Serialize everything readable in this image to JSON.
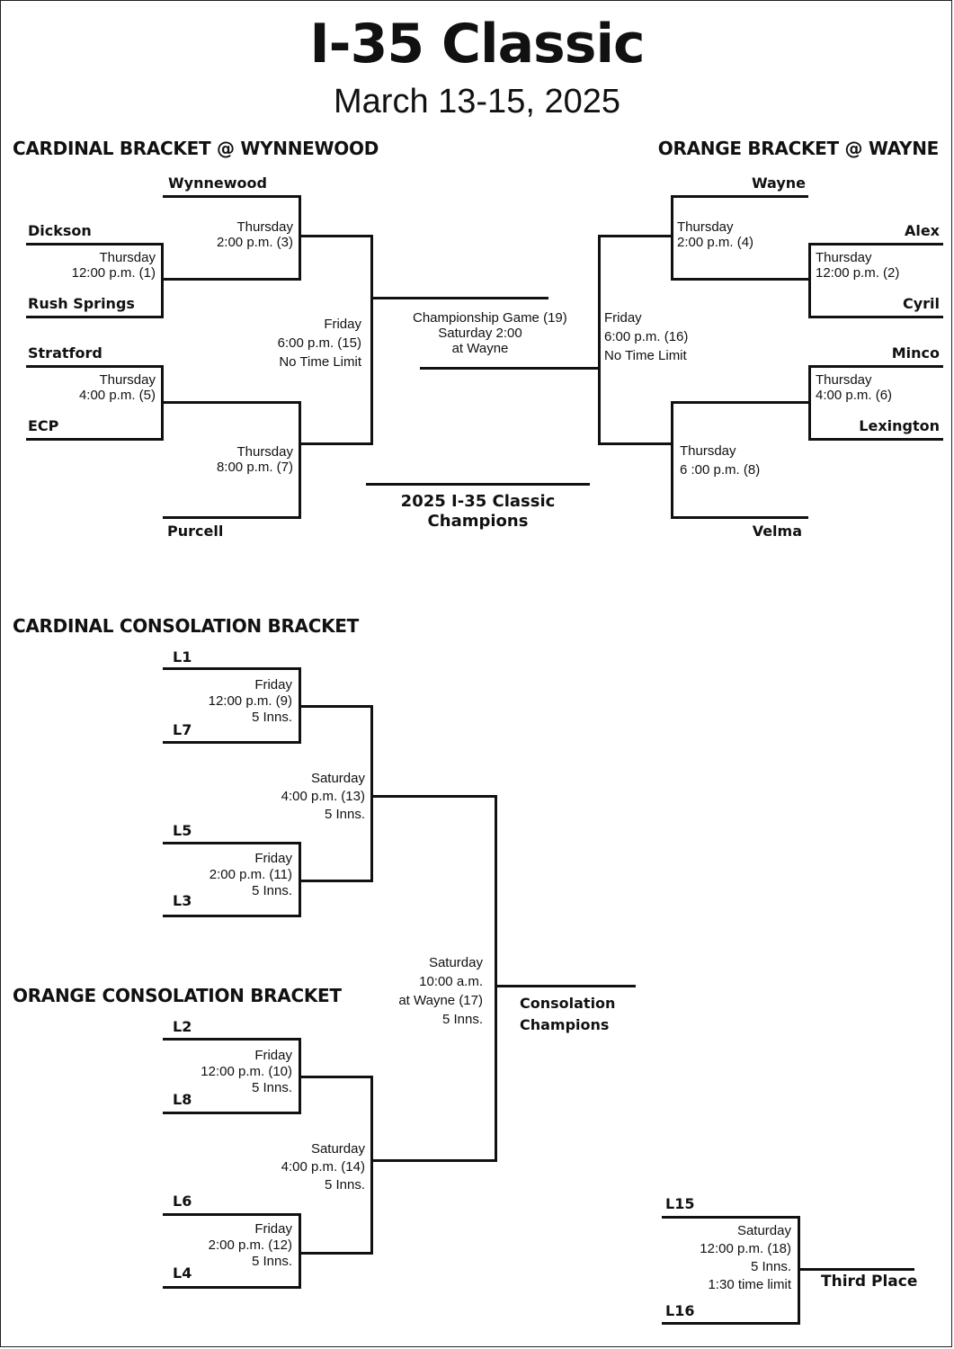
{
  "title": "I-35 Classic",
  "dates": "March 13-15, 2025",
  "cardinal": {
    "header": "CARDINAL BRACKET @ WYNNEWOOD",
    "teams": {
      "wynnewood": "Wynnewood",
      "dickson": "Dickson",
      "rush_springs": "Rush Springs",
      "stratford": "Stratford",
      "ecp": "ECP",
      "purcell": "Purcell"
    },
    "games": {
      "g1": [
        "Thursday",
        "12:00 p.m. (1)"
      ],
      "g3": [
        "Thursday",
        "2:00 p.m. (3)"
      ],
      "g5": [
        "Thursday",
        "4:00 p.m. (5)"
      ],
      "g7": [
        "Thursday",
        "8:00 p.m. (7)"
      ],
      "g15": [
        "Friday",
        "6:00 p.m. (15)",
        "No Time Limit"
      ]
    }
  },
  "orange": {
    "header": "ORANGE BRACKET @ WAYNE",
    "teams": {
      "wayne": "Wayne",
      "alex": "Alex",
      "cyril": "Cyril",
      "minco": "Minco",
      "lexington": "Lexington",
      "velma": "Velma"
    },
    "games": {
      "g2": [
        "Thursday",
        "12:00 p.m. (2)"
      ],
      "g4": [
        "Thursday",
        "2:00 p.m. (4)"
      ],
      "g6": [
        "Thursday",
        "4:00 p.m. (6)"
      ],
      "g8": [
        "Thursday",
        "6 :00 p.m. (8)"
      ],
      "g16": [
        "Friday",
        "6:00 p.m. (16)",
        "No Time Limit"
      ]
    }
  },
  "championship": {
    "game": [
      "Championship Game (19)",
      "Saturday 2:00",
      "at Wayne"
    ],
    "champions": [
      "2025 I-35 Classic",
      "Champions"
    ]
  },
  "cardinal_consolation": {
    "header": "CARDINAL CONSOLATION BRACKET",
    "slots": {
      "l1": "L1",
      "l7": "L7",
      "l5": "L5",
      "l3": "L3"
    },
    "games": {
      "g9": [
        "Friday",
        "12:00 p.m. (9)",
        "5 Inns."
      ],
      "g11": [
        "Friday",
        "2:00 p.m. (11)",
        "5 Inns."
      ],
      "g13": [
        "Saturday",
        "4:00 p.m. (13)",
        "5 Inns."
      ]
    }
  },
  "orange_consolation": {
    "header": "ORANGE CONSOLATION BRACKET",
    "slots": {
      "l2": "L2",
      "l8": "L8",
      "l6": "L6",
      "l4": "L4"
    },
    "games": {
      "g10": [
        "Friday",
        "12:00 p.m. (10)",
        "5 Inns."
      ],
      "g12": [
        "Friday",
        "2:00 p.m. (12)",
        "5 Inns."
      ],
      "g14": [
        "Saturday",
        "4:00 p.m. (14)",
        "5 Inns."
      ]
    }
  },
  "consolation_final": {
    "game": [
      "Saturday",
      "10:00 a.m.",
      "at Wayne (17)",
      "5 Inns."
    ],
    "champions": [
      "Consolation",
      "Champions"
    ]
  },
  "third_place": {
    "slots": {
      "l15": "L15",
      "l16": "L16"
    },
    "game": [
      "Saturday",
      "12:00 p.m. (18)",
      "5 Inns.",
      "1:30 time limit"
    ],
    "label": "Third Place"
  }
}
